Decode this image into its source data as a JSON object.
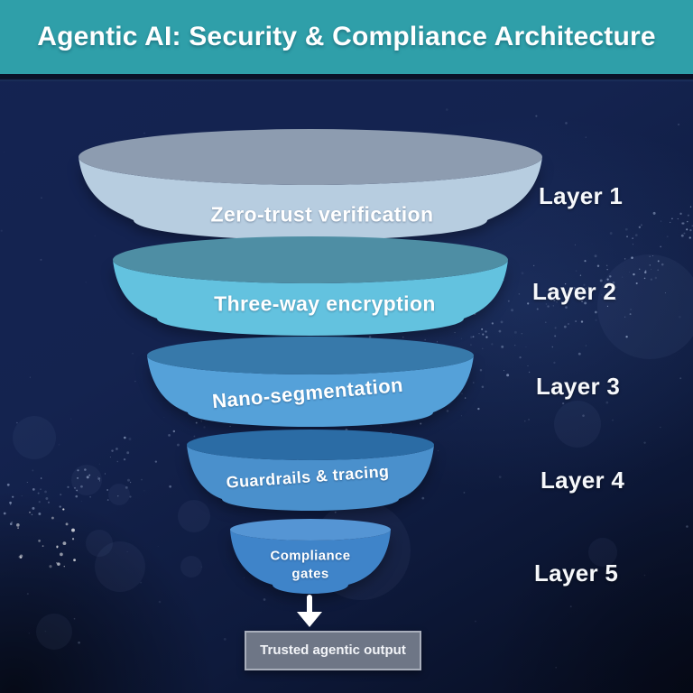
{
  "header": {
    "title": "Agentic AI: Security & Compliance Architecture",
    "background_color": "#2f9fa9",
    "title_color": "#ffffff"
  },
  "funnel": {
    "layers": [
      {
        "name": "Layer 1",
        "label": "Zero-trust verification",
        "body_color": "#b7cde0",
        "rim_color": "#8d9cb0"
      },
      {
        "name": "Layer 2",
        "label": "Three-way encryption",
        "body_color": "#63c2df",
        "rim_color": "#4e8ea4"
      },
      {
        "name": "Layer 3",
        "label": "Nano-segmentation",
        "body_color": "#55a1d9",
        "rim_color": "#3779aa"
      },
      {
        "name": "Layer 4",
        "label": "Guardrails & tracing",
        "body_color": "#4a90cc",
        "rim_color": "#2b6ca5"
      },
      {
        "name": "Layer 5",
        "label": "Compliance gates",
        "body_color": "#3f84c9",
        "rim_color": "#5595d4"
      }
    ],
    "label_color": "#ffffff"
  },
  "output": {
    "label": "Trusted agentic output",
    "arrow_icon": "down-arrow",
    "box_background": "#6e7686",
    "box_border_color": "#a8aebb"
  },
  "background": {
    "base_color": "#101d42"
  }
}
